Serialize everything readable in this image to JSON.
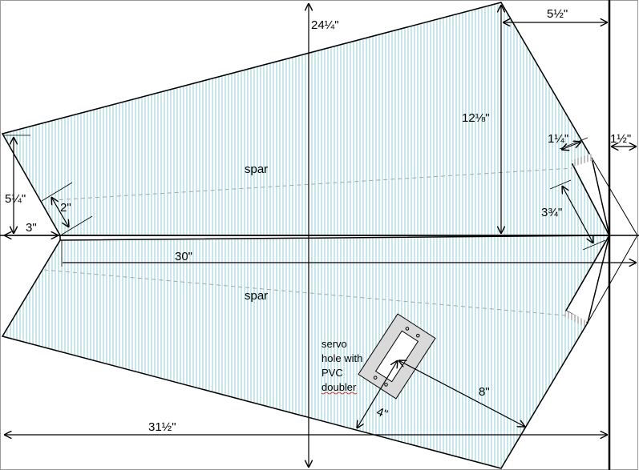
{
  "colors": {
    "hatch": "#8fcfd6",
    "outline": "#000000",
    "doubler": "#d9d9d9",
    "spar": "#a6a6a6"
  },
  "labels": {
    "span_total": "24¼\"",
    "tip_offset": "5½\"",
    "half_span": "12⅛\"",
    "elevon_chord": "1¼\"",
    "elevon_gap": "1½\"",
    "elevon_length": "3¾\"",
    "root_chord_top": "30\"",
    "root_chord_bottom": "31½\"",
    "notch_height": "5¼\"",
    "notch_depth": "3\"",
    "spar_offset": "2\"",
    "spar_upper": "spar",
    "spar_lower": "spar",
    "servo_dist_a": "4\"",
    "servo_dist_b": "8\"",
    "servo_note": [
      "servo",
      "hole with",
      "PVC",
      "doubler"
    ]
  }
}
